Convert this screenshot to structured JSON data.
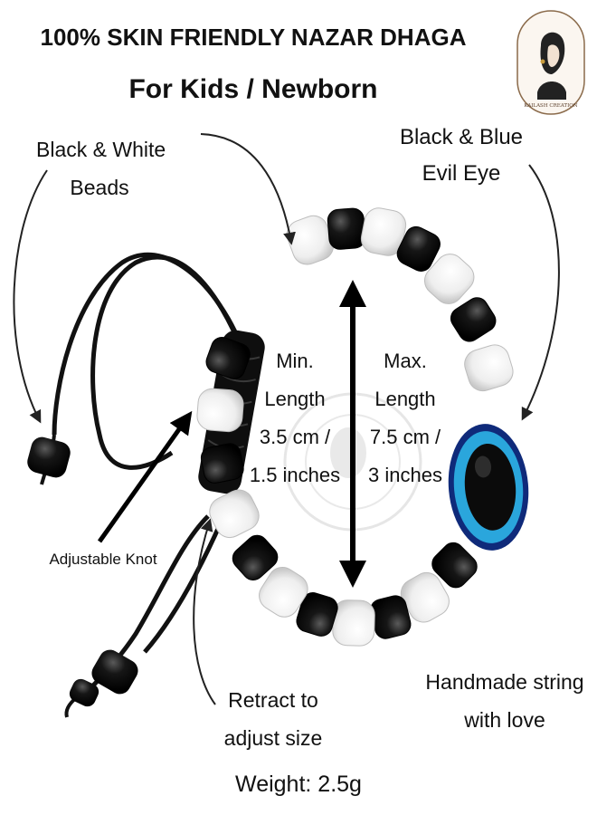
{
  "header": {
    "title": "100% SKIN FRIENDLY NAZAR DHAGA",
    "subtitle": "For Kids / Newborn"
  },
  "brand": {
    "logo_text": "KAILASH CREATION"
  },
  "labels": {
    "black_white_beads": [
      "Black & White",
      "Beads"
    ],
    "evil_eye": [
      "Black & Blue",
      "Evil Eye"
    ],
    "min_length": [
      "Min.",
      "Length",
      "3.5 cm /",
      "1.5 inches"
    ],
    "max_length": [
      "Max.",
      "Length",
      "7.5 cm /",
      "3 inches"
    ],
    "adjustable_knot": "Adjustable Knot",
    "retract": [
      "Retract to",
      "adjust size"
    ],
    "handmade": [
      "Handmade string",
      "with love"
    ],
    "weight": "Weight: 2.5g"
  },
  "colors": {
    "bead_black": "#141414",
    "bead_white": "#f4f4f4",
    "evil_eye_blue": "#2aa6dc",
    "evil_eye_dark_blue": "#1c3f94",
    "text": "#111111"
  }
}
